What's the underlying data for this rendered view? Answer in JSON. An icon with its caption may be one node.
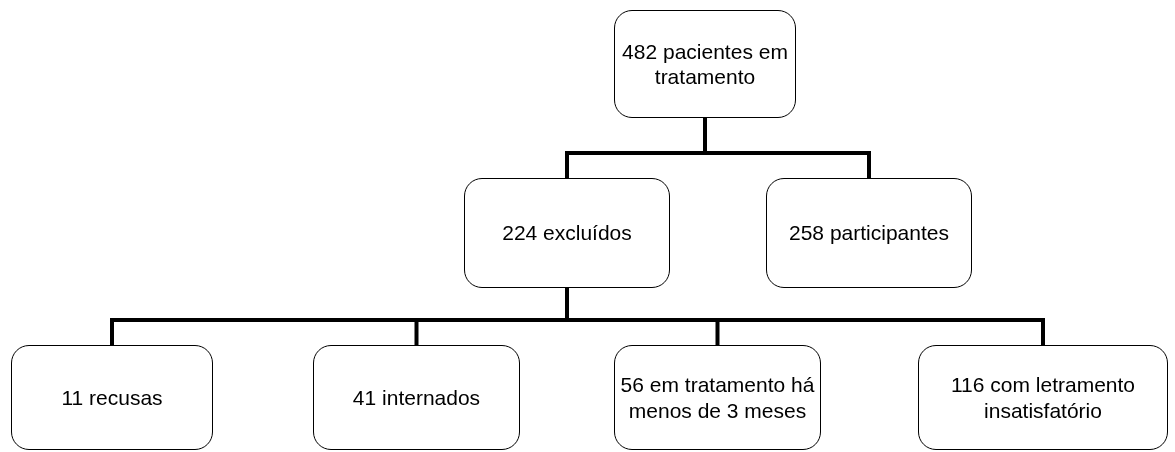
{
  "diagram": {
    "nodes": [
      {
        "text": [
          "482 pacientes em tratamento"
        ]
      },
      {
        "text": [
          "224 excluídos"
        ]
      },
      {
        "text": [
          "258 participantes"
        ]
      },
      {
        "text": [
          "11 recusas"
        ]
      },
      {
        "text": [
          "41 internados"
        ]
      },
      {
        "text": [
          "56 em tratamento há menos de 3 meses"
        ]
      },
      {
        "text": [
          "116 com letramento insatisfatório"
        ]
      }
    ],
    "edges": [
      {
        "from": 0,
        "to": 1,
        "arrow": "none"
      },
      {
        "from": 0,
        "to": 2,
        "arrow": "none"
      },
      {
        "from": 1,
        "to": 3,
        "arrow": "none"
      },
      {
        "from": 1,
        "to": 4,
        "arrow": "none"
      },
      {
        "from": 1,
        "to": 5,
        "arrow": "none"
      },
      {
        "from": 1,
        "to": 6,
        "arrow": "none"
      }
    ]
  }
}
